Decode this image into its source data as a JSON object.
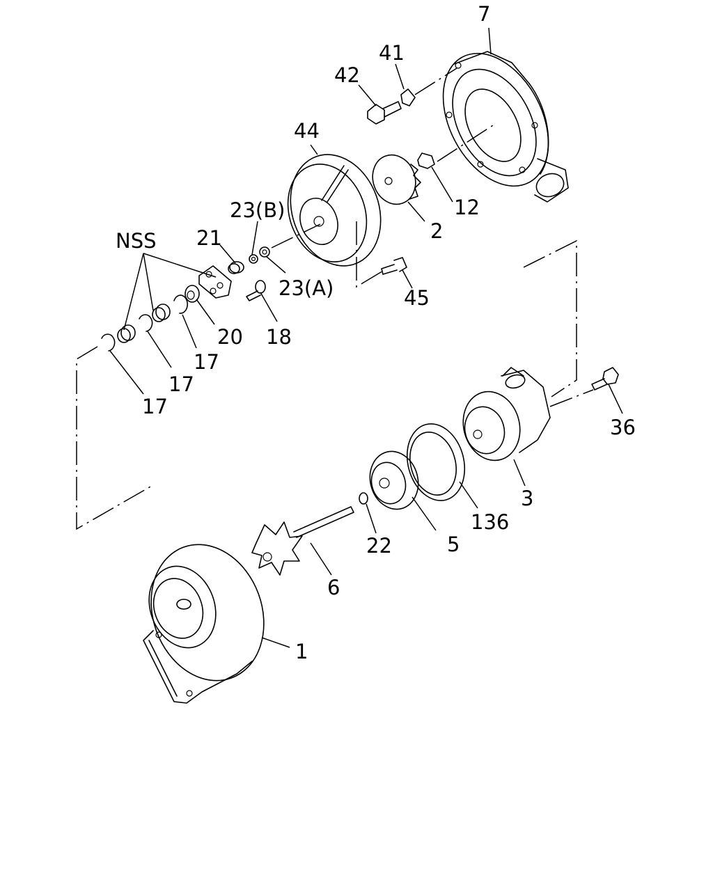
{
  "callouts": {
    "c7": "7",
    "c41": "41",
    "c42": "42",
    "c44": "44",
    "c12": "12",
    "c2": "2",
    "c23b": "23(B)",
    "c23a": "23(A)",
    "c21": "21",
    "nss": "NSS",
    "c45": "45",
    "c18": "18",
    "c20": "20",
    "c17a": "17",
    "c17b": "17",
    "c17c": "17",
    "c36": "36",
    "c3": "3",
    "c136": "136",
    "c5": "5",
    "c22": "22",
    "c6": "6",
    "c1": "1"
  }
}
